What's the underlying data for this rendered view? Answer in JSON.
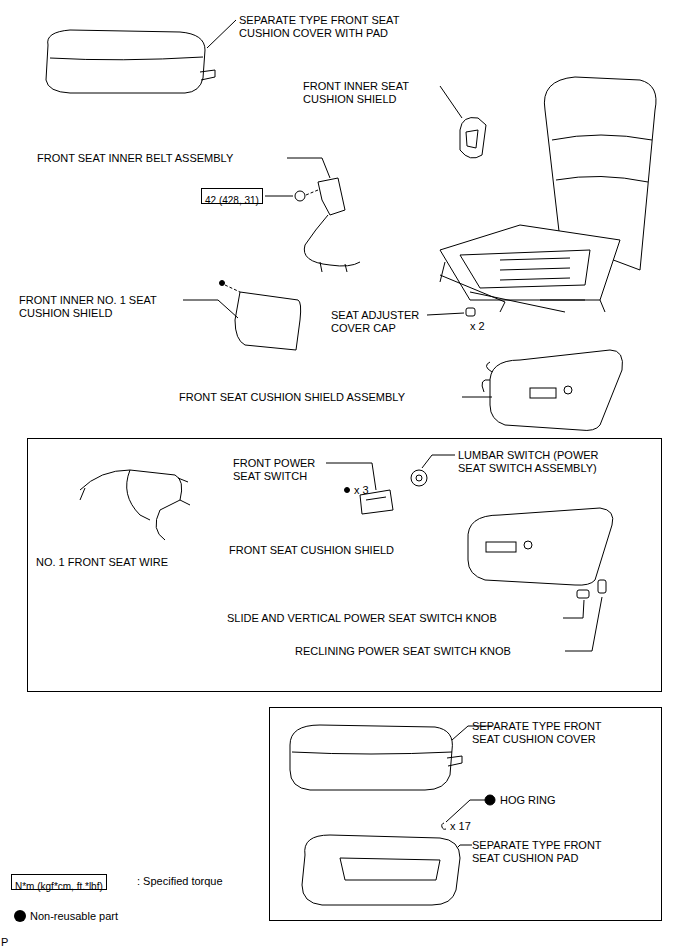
{
  "diagram": {
    "nodes": [
      {
        "text": [
          "42 (428, 31)"
        ]
      },
      {
        "text": [
          "N*m (kgf*cm, ft.*lbf)"
        ]
      }
    ],
    "labels": [
      "SEPARATE TYPE FRONT SEAT CUSHION COVER WITH PAD",
      "FRONT INNER SEAT CUSHION SHIELD",
      "FRONT SEAT INNER BELT ASSEMBLY",
      "FRONT INNER NO. 1 SEAT CUSHION SHIELD",
      "SEAT ADJUSTER COVER CAP",
      "x 2",
      "FRONT SEAT CUSHION SHIELD ASSEMBLY",
      "FRONT POWER SEAT SWITCH",
      "LUMBAR SWITCH (POWER SEAT SWITCH ASSEMBLY)",
      "x 3",
      "NO. 1 FRONT SEAT WIRE",
      "FRONT SEAT CUSHION SHIELD",
      "SLIDE AND VERTICAL POWER SEAT SWITCH KNOB",
      "RECLINING POWER SEAT SWITCH KNOB",
      "SEPARATE TYPE FRONT SEAT CUSHION COVER",
      "HOG RING",
      "x 17",
      "SEPARATE TYPE FRONT SEAT CUSHION PAD",
      "P"
    ],
    "legend": [
      {
        "text": ": Specified torque"
      },
      {
        "text": "Non-reusable part"
      }
    ]
  }
}
